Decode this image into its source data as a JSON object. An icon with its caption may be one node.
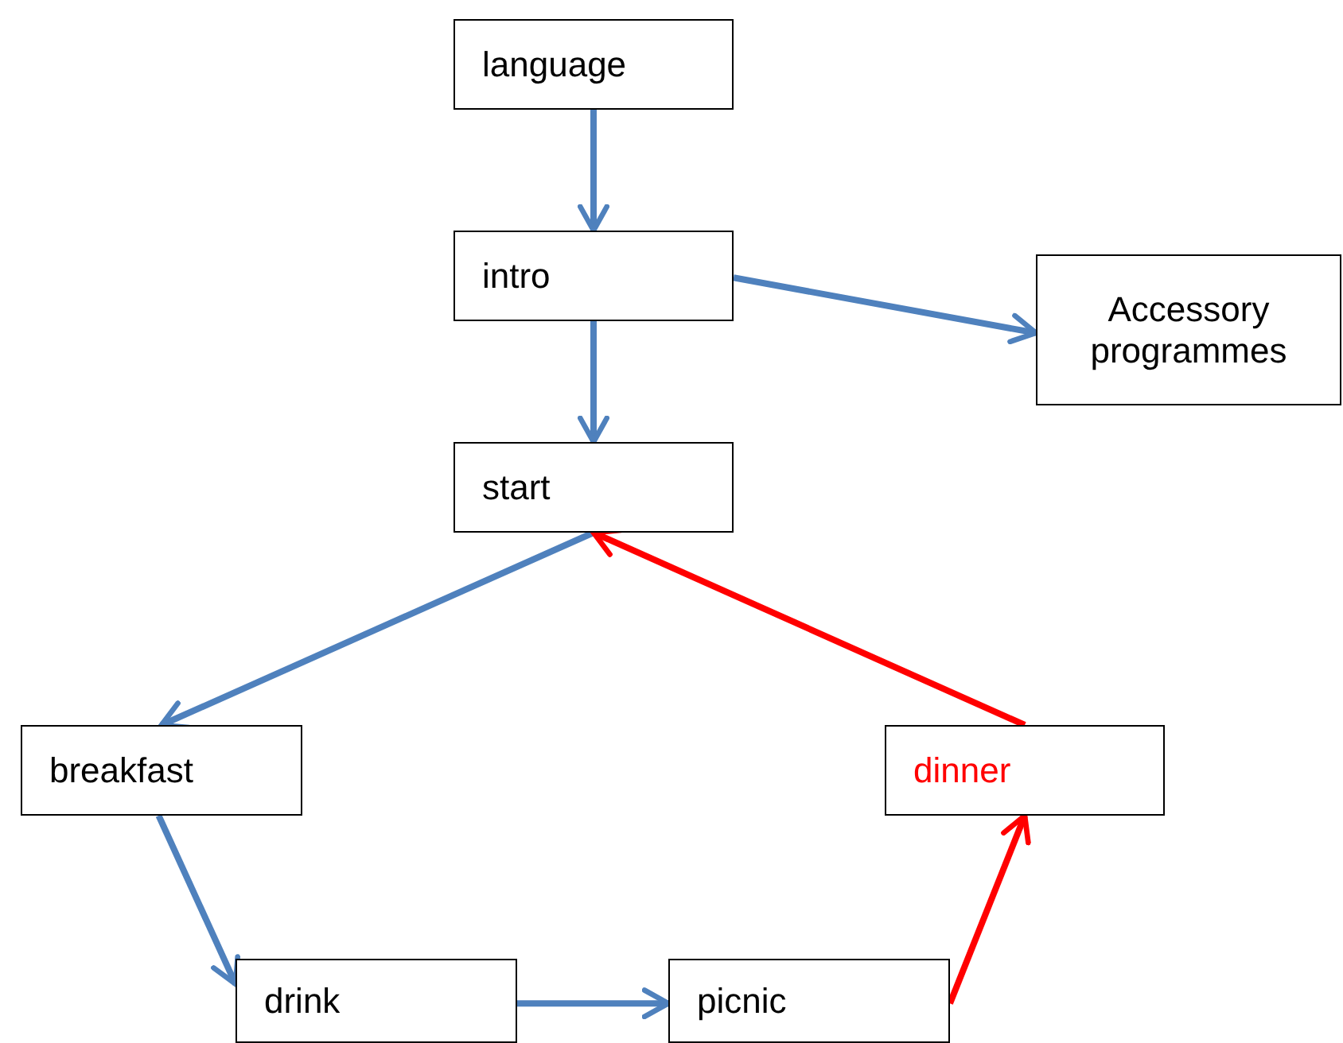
{
  "diagram": {
    "nodes": [
      {
        "text": [
          "language"
        ]
      },
      {
        "text": [
          "intro"
        ]
      },
      {
        "text": [
          "Accessory programmes"
        ]
      },
      {
        "text": [
          "start"
        ]
      },
      {
        "text": [
          "breakfast"
        ]
      },
      {
        "text": [
          "dinner"
        ]
      },
      {
        "text": [
          "drink"
        ]
      },
      {
        "text": [
          "picnic"
        ]
      }
    ],
    "edges": [
      {
        "from": 0,
        "to": 1,
        "arrow": "to"
      },
      {
        "from": 1,
        "to": 3,
        "arrow": "to"
      },
      {
        "from": 1,
        "to": 2,
        "arrow": "to"
      },
      {
        "from": 3,
        "to": 4,
        "arrow": "to"
      },
      {
        "from": 4,
        "to": 6,
        "arrow": "to"
      },
      {
        "from": 6,
        "to": 7,
        "arrow": "to"
      },
      {
        "from": 7,
        "to": 5,
        "arrow": "to",
        "color": "#ff0000"
      },
      {
        "from": 5,
        "to": 3,
        "arrow": "to",
        "color": "#ff0000"
      }
    ]
  }
}
